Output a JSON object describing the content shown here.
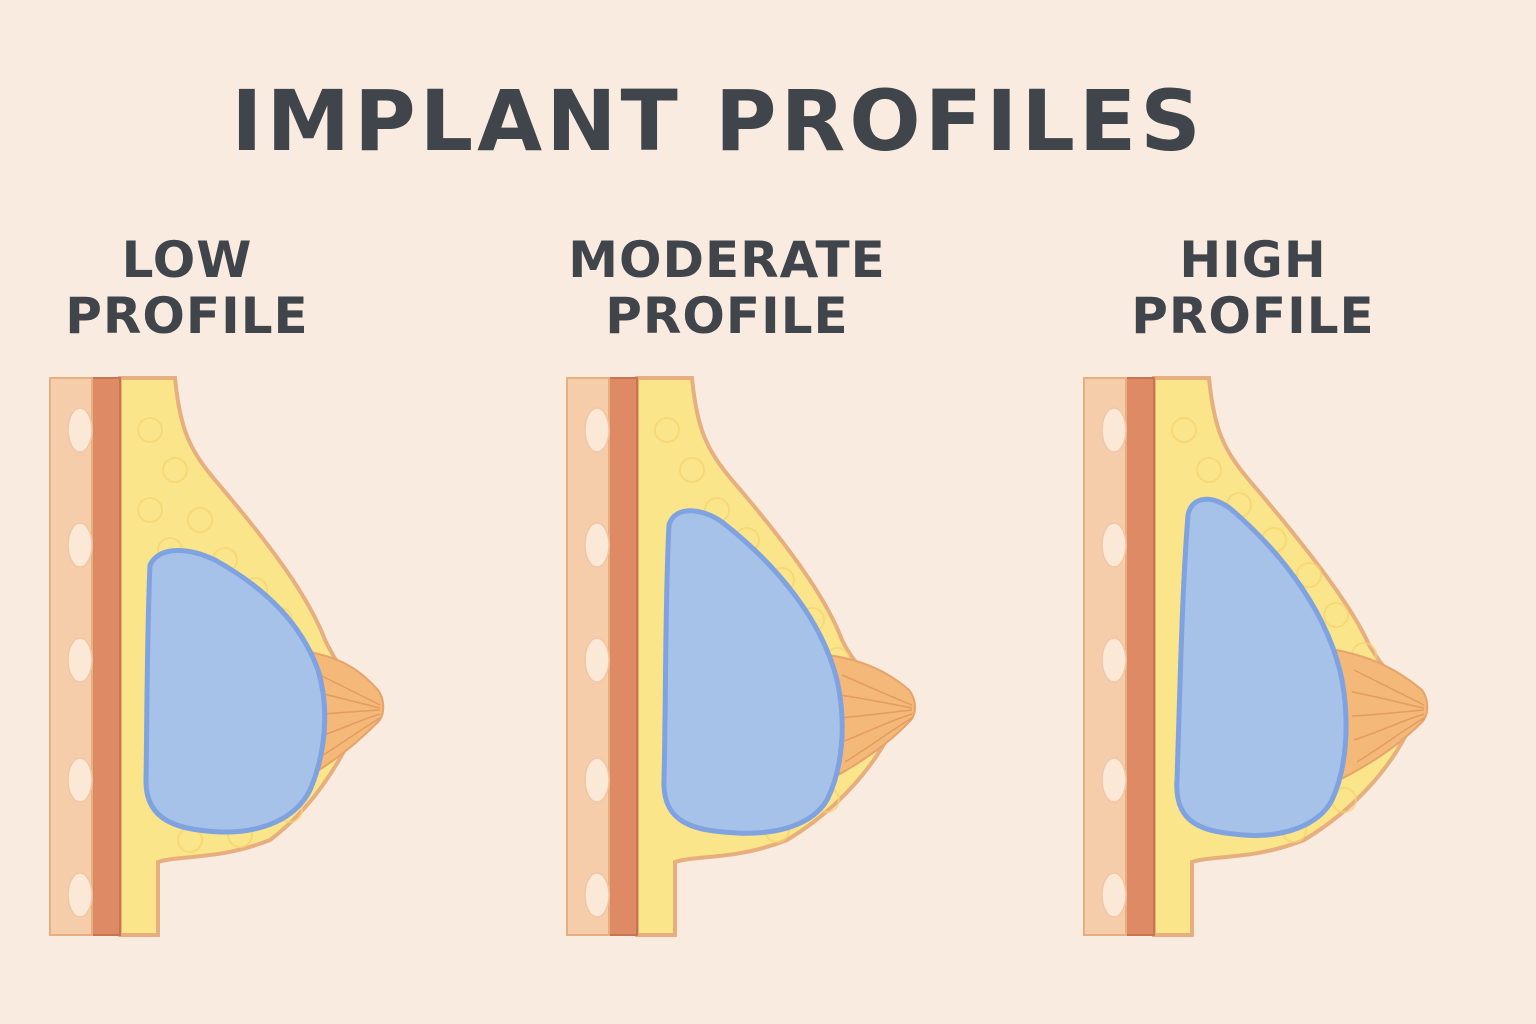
{
  "title": "IMPLANT PROFILES",
  "profiles": [
    {
      "line1": "LOW",
      "line2": "PROFILE"
    },
    {
      "line1": "MODERATE",
      "line2": "PROFILE"
    },
    {
      "line1": "HIGH",
      "line2": "PROFILE"
    }
  ],
  "colors": {
    "background": "#f9ebe0",
    "text": "#3f454b",
    "implant": "#a7c2e8",
    "implant_outline": "#7fa2e0",
    "fat": "#fbe58a",
    "skin_outline": "#e7ae7e",
    "muscle": "#de8a64",
    "rib_band": "#f6cdaa",
    "rib": "#fbe8d6"
  }
}
